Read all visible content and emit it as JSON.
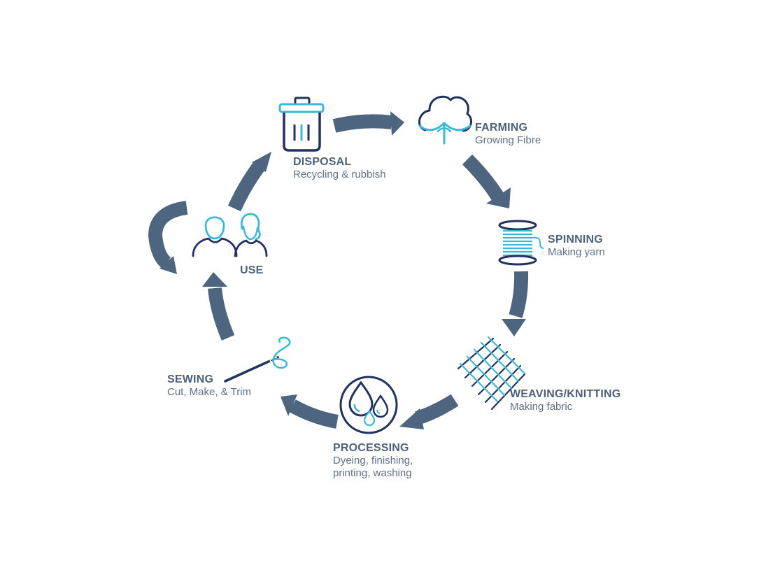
{
  "colors": {
    "arrow": "#4e6580",
    "navy": "#23315e",
    "cyan": "#3cb8d6",
    "title": "#4d6178",
    "subtitle": "#5f7184"
  },
  "stages": {
    "disposal": {
      "title": "DISPOSAL",
      "sub1": "Recycling & rubbish",
      "icon": "trash-bin-icon"
    },
    "farming": {
      "title": "FARMING",
      "sub1": "Growing Fibre",
      "icon": "cotton-plant-icon"
    },
    "spinning": {
      "title": "SPINNING",
      "sub1": "Making yarn",
      "icon": "thread-spool-icon"
    },
    "weaving": {
      "title": "WEAVING/KNITTING",
      "sub1": "Making fabric",
      "icon": "woven-fabric-icon"
    },
    "processing": {
      "title": "PROCESSING",
      "sub1": "Dyeing, finishing,",
      "sub2": "printing, washing",
      "icon": "water-drops-icon"
    },
    "sewing": {
      "title": "SEWING",
      "sub1": "Cut, Make, & Trim",
      "icon": "needle-thread-icon"
    },
    "use": {
      "title": "USE",
      "icon": "people-icon"
    }
  }
}
